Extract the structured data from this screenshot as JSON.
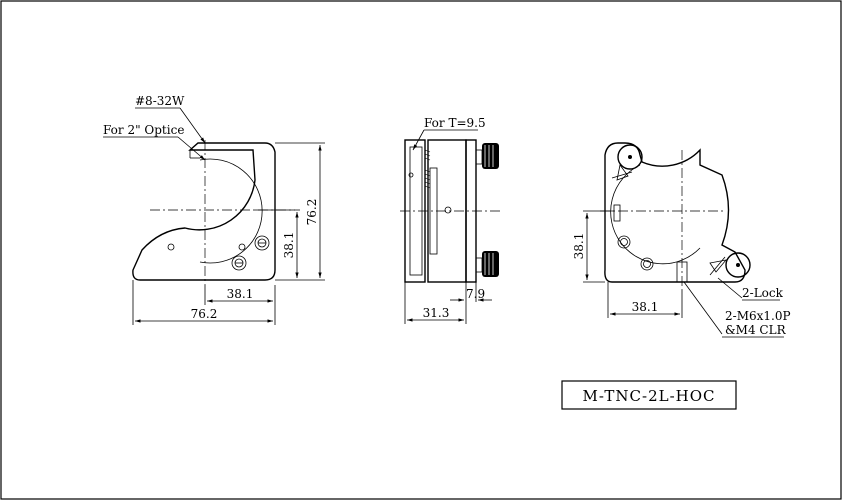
{
  "part_number": "M-TNC-2L-HOC",
  "front_view": {
    "thread_label": "#8-32W",
    "optic_label": "For 2\" Optice",
    "dim_center_height": "38.1",
    "dim_total_height": "76.2",
    "dim_center_width": "38.1",
    "dim_total_width": "76.2"
  },
  "side_view": {
    "thickness_label": "For T=9.5",
    "dim_depth": "31.3",
    "dim_plate": "7.9"
  },
  "back_view": {
    "dim_height": "38.1",
    "dim_width": "38.1",
    "lock_label": "2-Lock",
    "mount_label_1": "2-M6x1.0P",
    "mount_label_2": "&M4 CLR"
  }
}
